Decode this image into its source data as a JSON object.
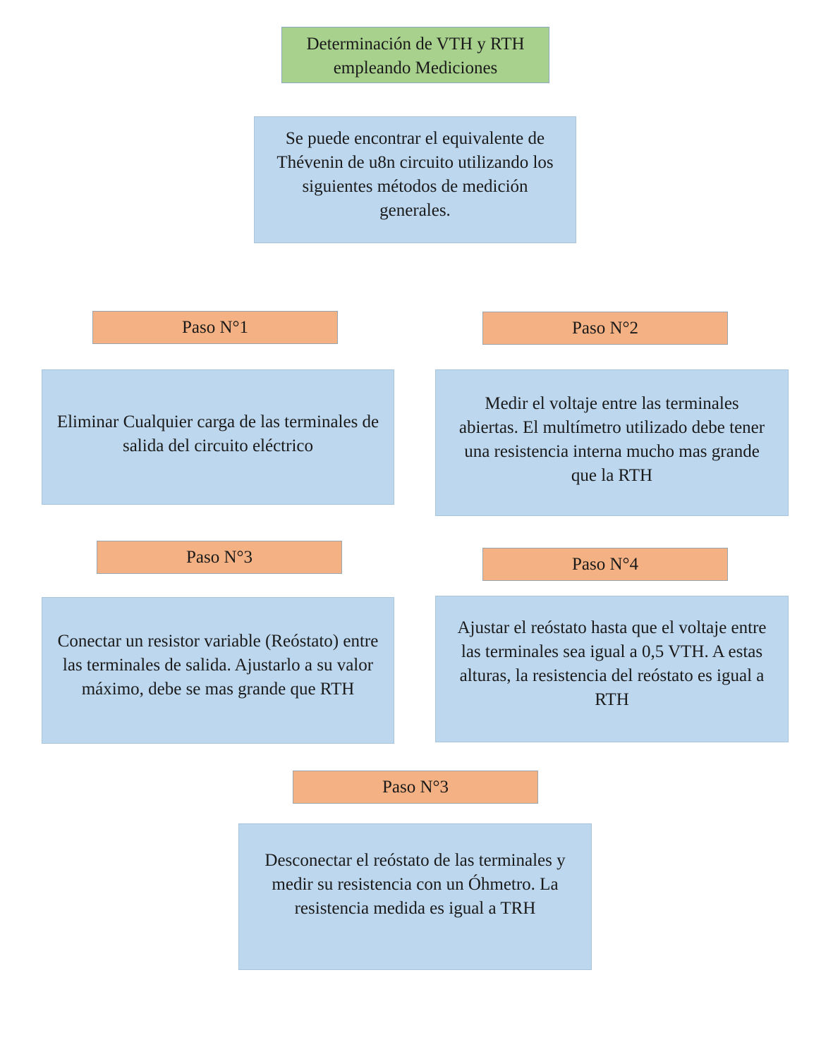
{
  "title": "Determinación de VTH y RTH empleando Mediciones",
  "intro": "Se puede encontrar el equivalente de Thévenin de u8n circuito utilizando los siguientes métodos de medición generales.",
  "steps": [
    {
      "label": "Paso N°1",
      "text": "Eliminar Cualquier carga de las terminales de salida del circuito eléctrico"
    },
    {
      "label": "Paso N°2",
      "text": "Medir el voltaje entre las terminales abiertas. El multímetro utilizado debe tener una resistencia interna mucho mas grande que la RTH"
    },
    {
      "label": "Paso N°3",
      "text": "Conectar un resistor variable (Reóstato) entre las terminales de salida. Ajustarlo a su valor máximo, debe se mas grande que RTH"
    },
    {
      "label": "Paso N°4",
      "text": "Ajustar el reóstato hasta que el voltaje entre las terminales sea igual a 0,5 VTH. A estas alturas, la resistencia del reóstato es igual a RTH"
    },
    {
      "label": "Paso N°3",
      "text": "Desconectar el reóstato de las terminales y medir su resistencia con un Óhmetro. La resistencia medida es igual a TRH"
    }
  ]
}
